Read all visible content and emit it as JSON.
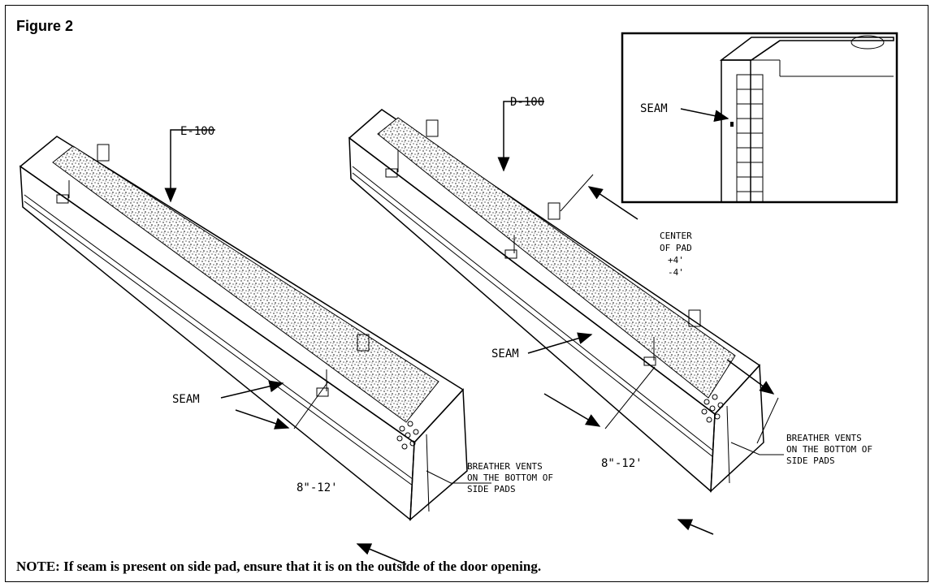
{
  "figure": {
    "title": "Figure 2",
    "note": "NOTE: If seam is present on side pad, ensure that it is on the outside of the door opening."
  },
  "pad_left": {
    "model_label": "E-100",
    "seam_label": "SEAM",
    "dimension_label": "8\"-12'",
    "vents_label": [
      "BREATHER VENTS",
      "ON THE BOTTOM OF",
      "SIDE PADS"
    ]
  },
  "pad_right": {
    "model_label": "D-100",
    "seam_label": "SEAM",
    "dimension_label": "8\"-12'",
    "vents_label": [
      "BREATHER VENTS",
      "ON THE BOTTOM OF",
      "SIDE PADS"
    ],
    "center_label": [
      "CENTER",
      "OF PAD",
      "+4'",
      "-4'"
    ]
  },
  "inset": {
    "seam_label": "SEAM"
  }
}
